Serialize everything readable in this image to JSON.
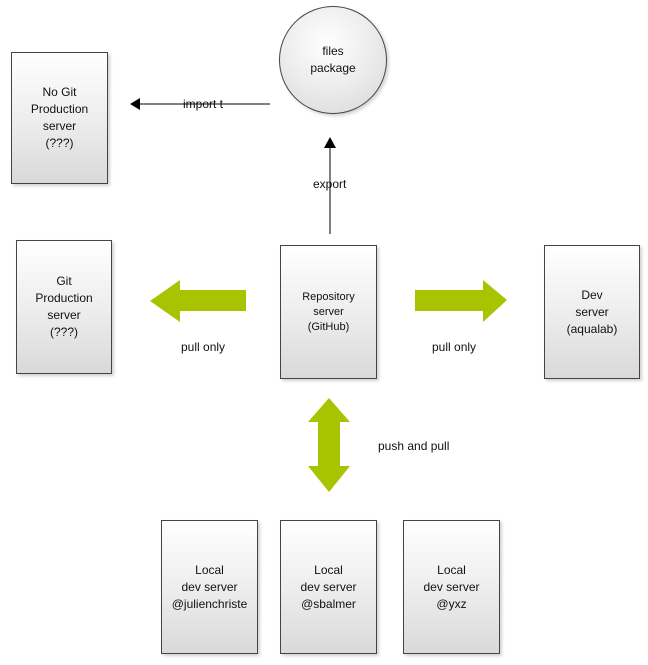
{
  "nodes": {
    "no_git_production": "No Git\nProduction\nserver\n(???)",
    "files_package": "files\npackage",
    "git_production": "Git\nProduction\nserver\n(???)",
    "repository": "Repository\nserver\n(GitHub)",
    "dev_server": "Dev\nserver\n(aqualab)",
    "local_julien": "Local\ndev server\n@julienchriste",
    "local_sbalmer": "Local\ndev server\n@sbalmer",
    "local_yxz": "Local\ndev server\n@yxz"
  },
  "edges": {
    "import": "import t",
    "export": "export",
    "pull_left": "pull only",
    "pull_right": "pull only",
    "push_pull": "push and pull"
  },
  "colors": {
    "arrow_fill": "#a8c400",
    "box_border": "#444444"
  }
}
